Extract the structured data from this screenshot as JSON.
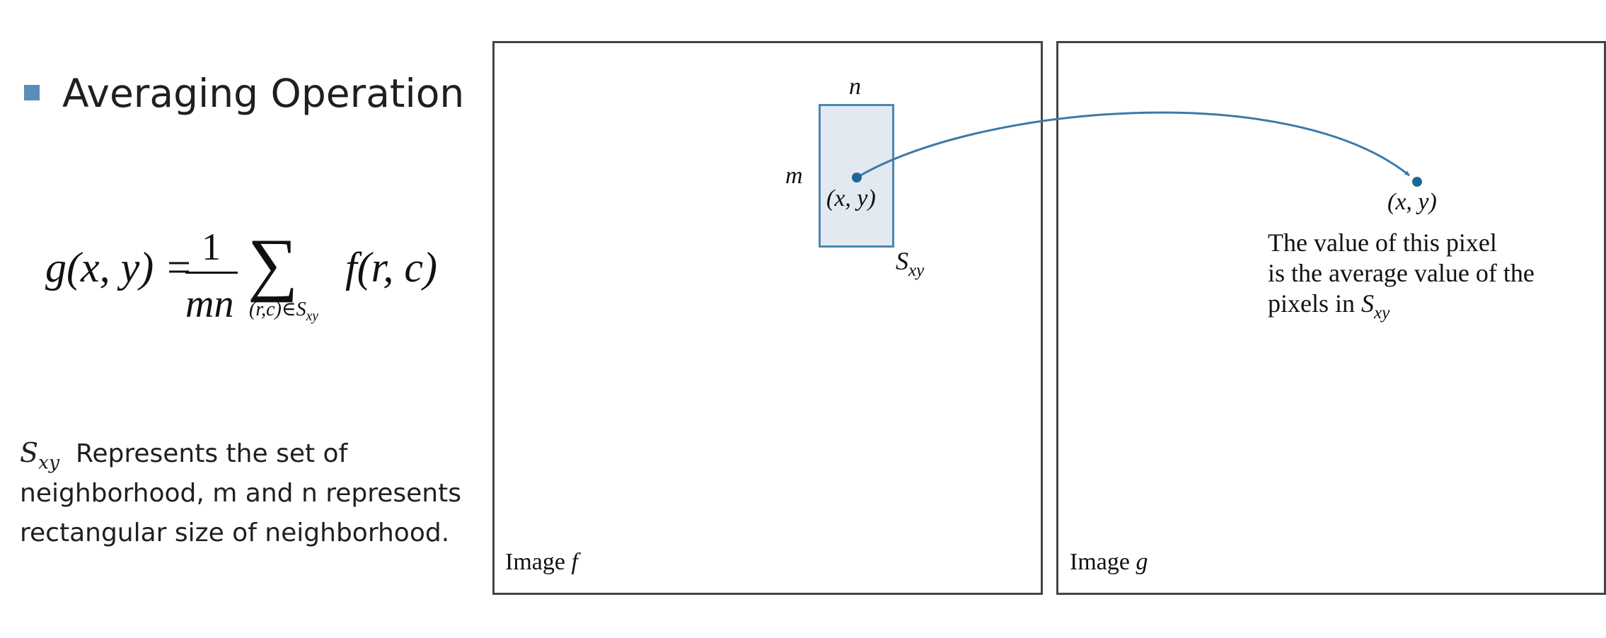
{
  "heading": "Averaging Operation",
  "formula": {
    "lhs": "g(x, y) =",
    "numerator": "1",
    "denominator": "mn",
    "operator": "∑",
    "subscript_main": "(r,c)∈S",
    "subscript_sub": "xy",
    "rhs": "f(r, c)"
  },
  "description": {
    "symbol_main": "S",
    "symbol_sub": "xy",
    "text": "Represents the set of neighborhood, m and n represents rectangular size of neighborhood."
  },
  "diagram": {
    "image_f_label_prefix": "Image ",
    "image_f_label_var": "f",
    "image_g_label_prefix": "Image ",
    "image_g_label_var": "g",
    "dim_n": "n",
    "dim_m": "m",
    "coord_f": "(x, y)",
    "coord_g": "(x, y)",
    "sxy_main": "S",
    "sxy_sub": "xy",
    "caption_line1": "The value of this pixel",
    "caption_line2": "is the average value of the",
    "caption_line3_prefix": "pixels in ",
    "caption_line3_main": "S",
    "caption_line3_sub": "xy"
  },
  "colors": {
    "accent": "#5b8db8",
    "arrow": "#3a7aa8",
    "neighborhood_fill": "#e3e9f1",
    "point": "#1f6696"
  }
}
